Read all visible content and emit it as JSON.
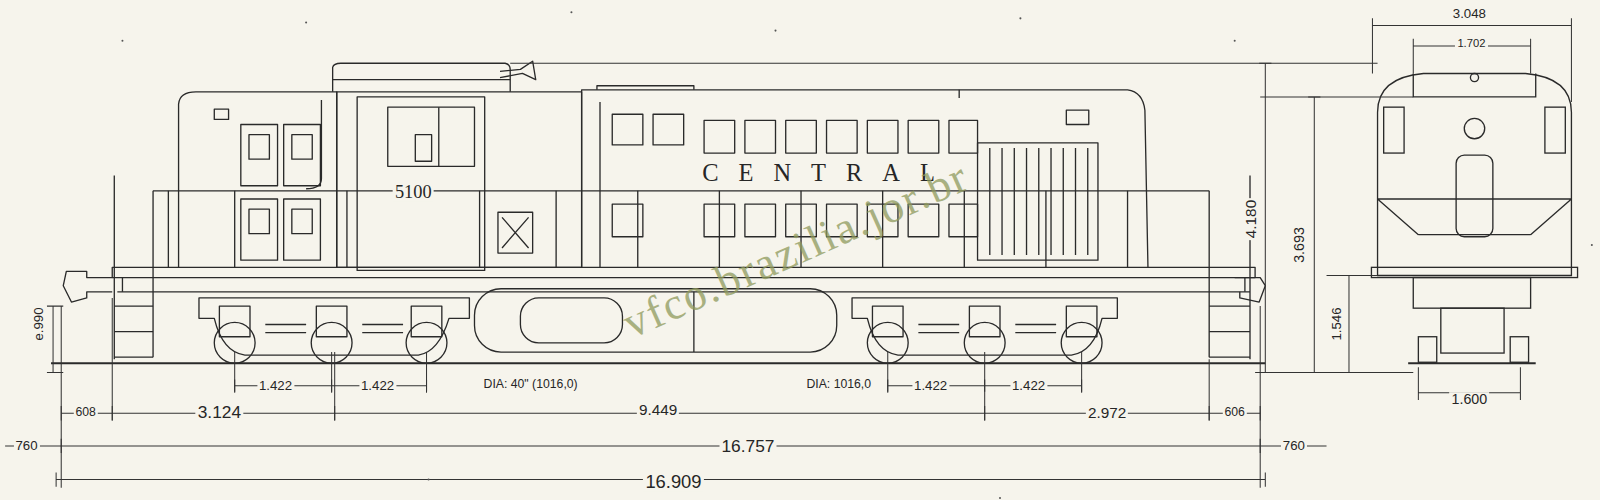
{
  "diagram": {
    "labels": [
      "3.048",
      "1.702",
      "5100",
      "CENTRAL",
      "4.180",
      "3.693",
      "e.990",
      "1.546",
      "vfco.brazilia.jor.br",
      "1.422",
      "1.422",
      "DIA: 40\" (1016,0)",
      "DIA: 1016,0",
      "1.422",
      "1.422",
      "1.600",
      "608",
      "3.124",
      "9.449",
      "2.972",
      "606",
      "760",
      "16.757",
      "760",
      "16.909"
    ]
  }
}
